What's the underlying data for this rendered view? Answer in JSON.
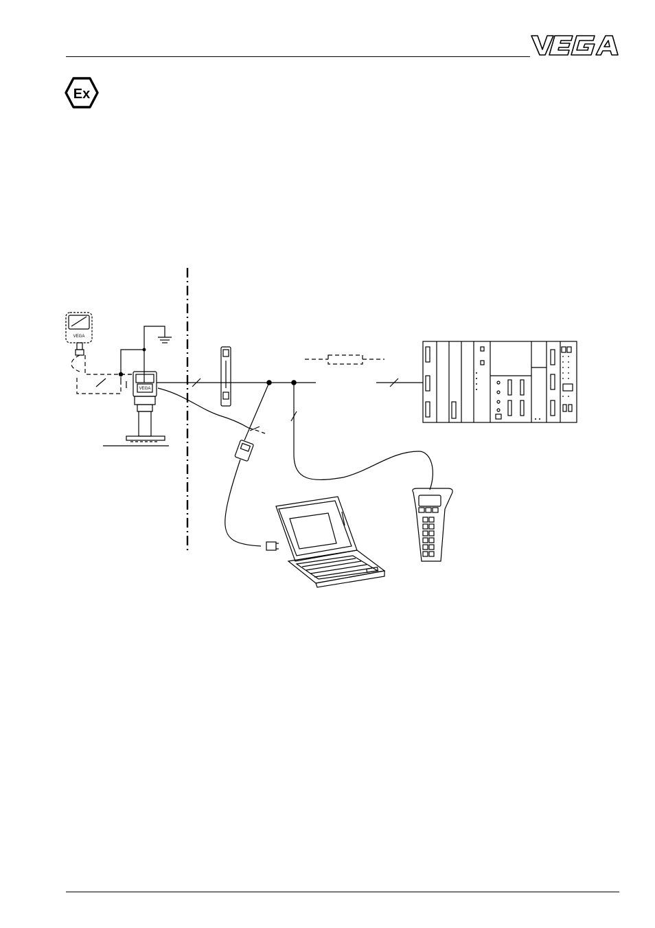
{
  "header": {
    "brand_logo_text": "VEGA"
  },
  "ex_mark": {
    "label": "Ex"
  },
  "diagram": {
    "sensor_badge_text": "VEGA"
  }
}
